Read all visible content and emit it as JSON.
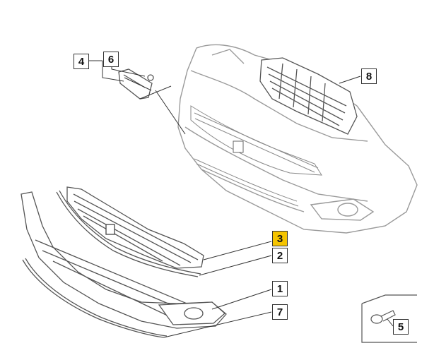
{
  "diagram": {
    "callouts": [
      {
        "id": "4",
        "label": "4",
        "part": "side-reflector-bracket"
      },
      {
        "id": "6",
        "label": "6",
        "part": "fastener-nut"
      },
      {
        "id": "8",
        "label": "8",
        "part": "upper-grille-insert"
      },
      {
        "id": "3",
        "label": "3",
        "part": "front-grille",
        "highlighted": true
      },
      {
        "id": "2",
        "label": "2",
        "part": "grille-trim-strip"
      },
      {
        "id": "1",
        "label": "1",
        "part": "lower-bumper-grille"
      },
      {
        "id": "7",
        "label": "7",
        "part": "lower-spoiler-lip"
      },
      {
        "id": "5",
        "label": "5",
        "part": "bolt"
      }
    ],
    "colors": {
      "highlight": "#f5c400",
      "line": "#333333",
      "part_stroke": "#555555",
      "body_stroke": "#9a9a9a",
      "background": "#ffffff"
    }
  }
}
